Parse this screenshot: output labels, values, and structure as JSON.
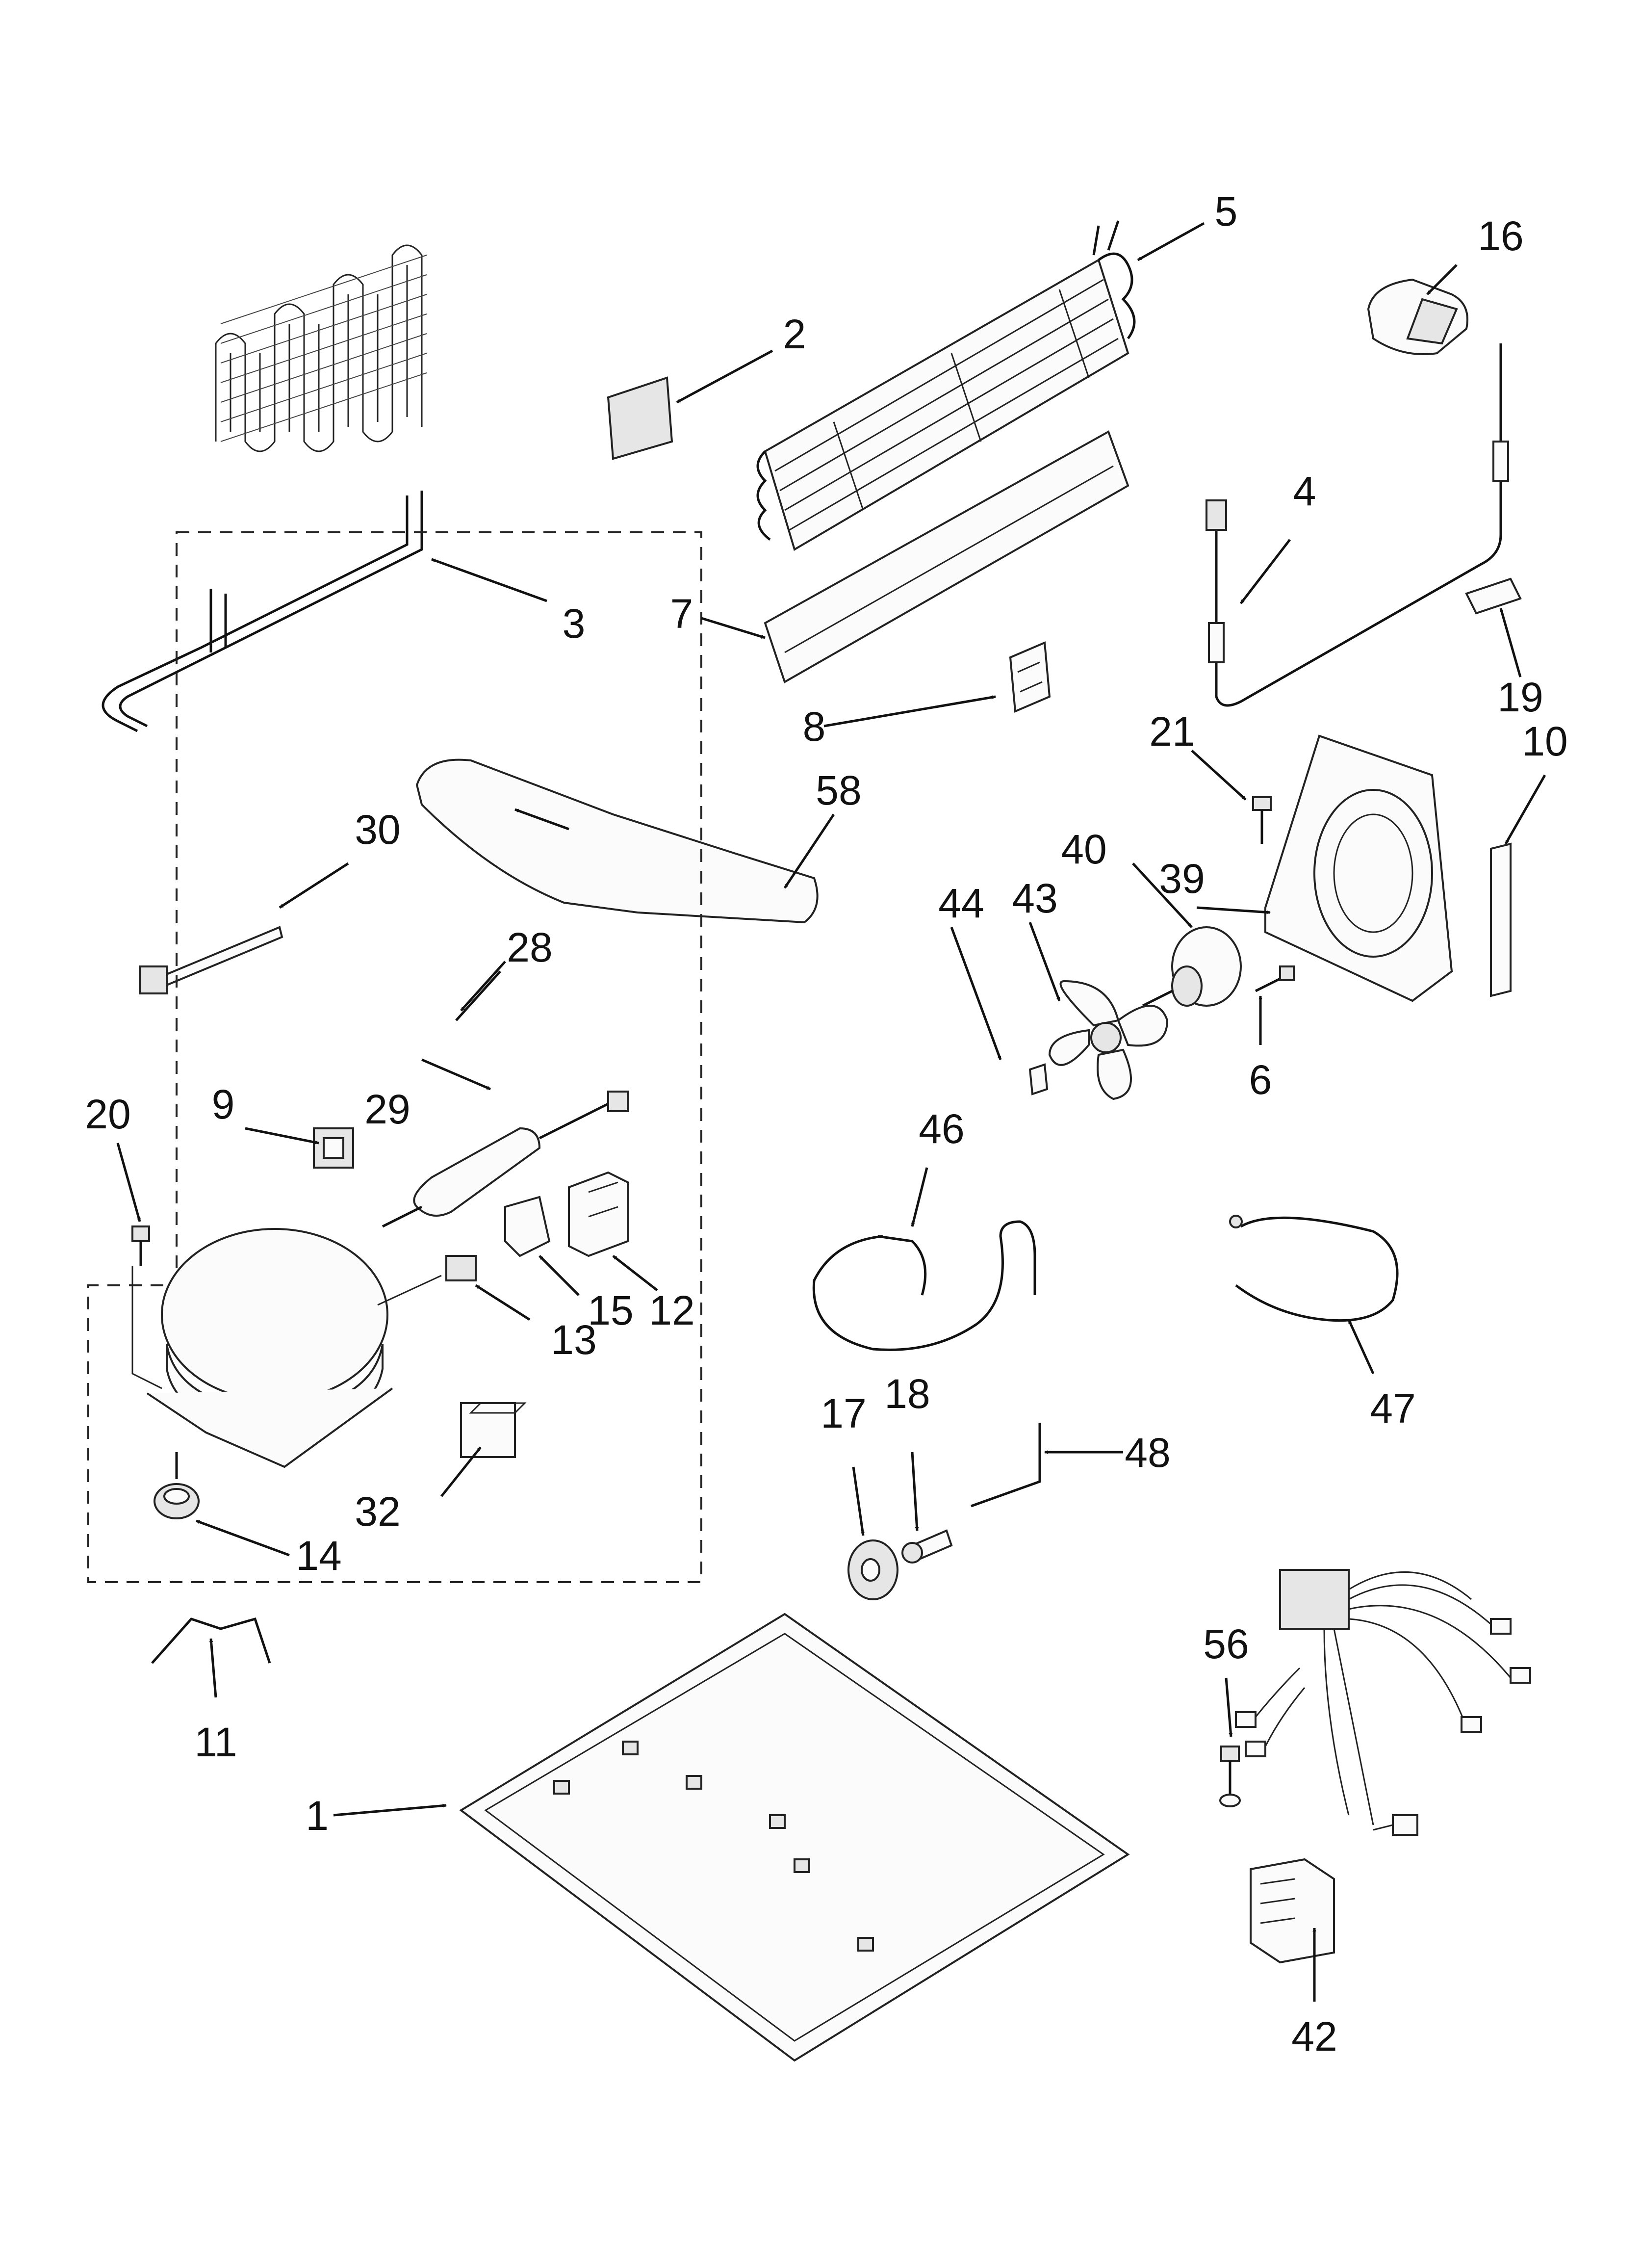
{
  "labels": {
    "p1": "1",
    "p2": "2",
    "p3": "3",
    "p4": "4",
    "p5": "5",
    "p6": "6",
    "p7": "7",
    "p8": "8",
    "p9": "9",
    "p10": "10",
    "p11": "11",
    "p12": "12",
    "p13": "13",
    "p14": "14",
    "p15": "15",
    "p16": "16",
    "p17": "17",
    "p18": "18",
    "p19": "19",
    "p20": "20",
    "p21": "21",
    "p28": "28",
    "p29": "29",
    "p30": "30",
    "p32": "32",
    "p39": "39",
    "p40": "40",
    "p42": "42",
    "p43": "43",
    "p44": "44",
    "p46": "46",
    "p47": "47",
    "p48": "48",
    "p56": "56",
    "p58": "58"
  }
}
